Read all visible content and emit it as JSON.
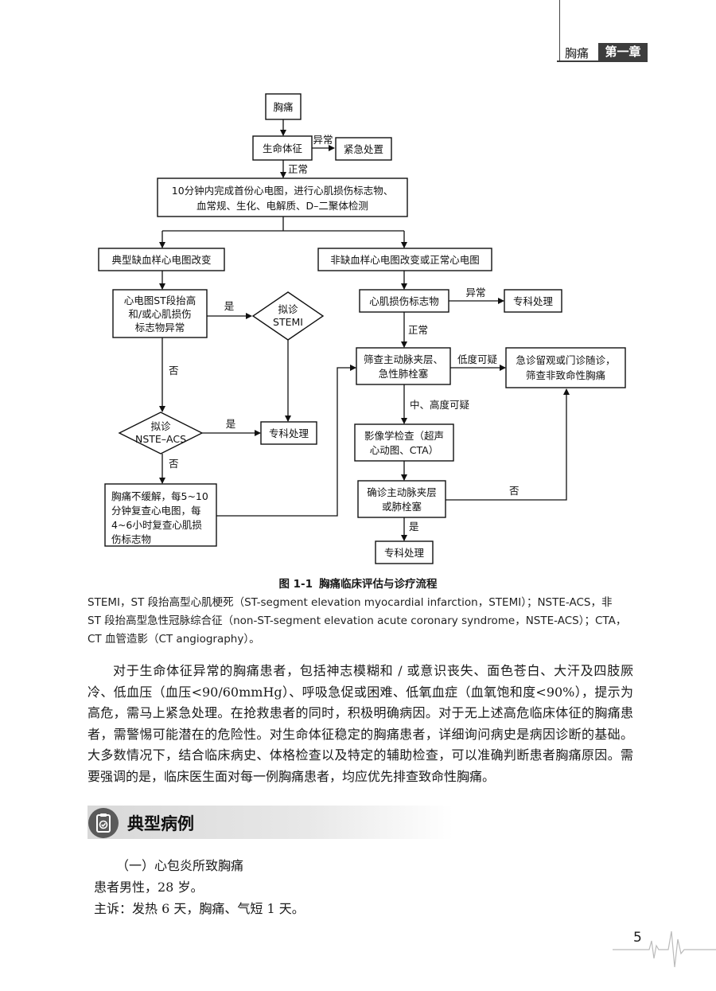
{
  "header": {
    "section": "胸痛",
    "chapter": "第一章"
  },
  "flowchart": {
    "chest_pain": "胸痛",
    "vital_signs": "生命体征",
    "abnormal": "异常",
    "emergency": "紧急处置",
    "normal": "正常",
    "ecg_step_line1": "10分钟内完成首份心电图，进行心肌损伤标志物、",
    "ecg_step_line2": "血常规、生化、电解质、D–二聚体检测",
    "typical_ischemic": "典型缺血样心电图改变",
    "non_ischemic": "非缺血样心电图改变或正常心电图",
    "st_elev_line1": "心电图ST段抬高",
    "st_elev_line2": "和/或心肌损伤",
    "st_elev_line3": "标志物异常",
    "yes": "是",
    "no": "否",
    "stemi_line1": "拟诊",
    "stemi_line2": "STEMI",
    "nste_line1": "拟诊",
    "nste_line2": "NSTE–ACS",
    "specialist": "专科处理",
    "persist_line1": "胸痛不缓解，每5~10",
    "persist_line2": "分钟复查心电图，每",
    "persist_line3": "4~6小时复查心肌损",
    "persist_line4": "伤标志物",
    "myo_markers": "心肌损伤标志物",
    "screen_line1": "筛查主动脉夹层、",
    "screen_line2": "急性肺栓塞",
    "low_susp": "低度可疑",
    "followup_line1": "急诊留观或门诊随诊，",
    "followup_line2": "筛查非致命性胸痛",
    "mid_high": "中、高度可疑",
    "imaging_line1": "影像学检查（超声",
    "imaging_line2": "心动图、CTA）",
    "confirm_line1": "确诊主动脉夹层",
    "confirm_line2": "或肺栓塞"
  },
  "figure": {
    "number": "图 1-1",
    "title": "胸痛临床评估与诊疗流程",
    "note": "STEMI，ST 段抬高型心肌梗死（ST-segment elevation myocardial infarction，STEMI）；NSTE-ACS，非 ST 段抬高型急性冠脉综合征（non-ST-segment elevation acute coronary syndrome，NSTE-ACS）；CTA，CT 血管造影（CT angiography）。"
  },
  "body_paragraph": "对于生命体征异常的胸痛患者，包括神志模糊和 / 或意识丧失、面色苍白、大汗及四肢厥冷、低血压（血压<90/60mmHg）、呼吸急促或困难、低氧血症（血氧饱和度<90%），提示为高危，需马上紧急处理。在抢救患者的同时，积极明确病因。对于无上述高危临床体征的胸痛患者，需警惕可能潜在的危险性。对生命体征稳定的胸痛患者，详细询问病史是病因诊断的基础。大多数情况下，结合临床病史、体格检查以及特定的辅助检查，可以准确判断患者胸痛原因。需要强调的是，临床医生面对每一例胸痛患者，均应优先排查致命性胸痛。",
  "section": {
    "title": "典型病例",
    "icon": "clipboard-check-icon",
    "case_title": "（一）心包炎所致胸痛",
    "case_line1": "患者男性，28 岁。",
    "case_line2": "主诉：发热 6 天，胸痛、气短 1 天。"
  },
  "page_number": "5"
}
